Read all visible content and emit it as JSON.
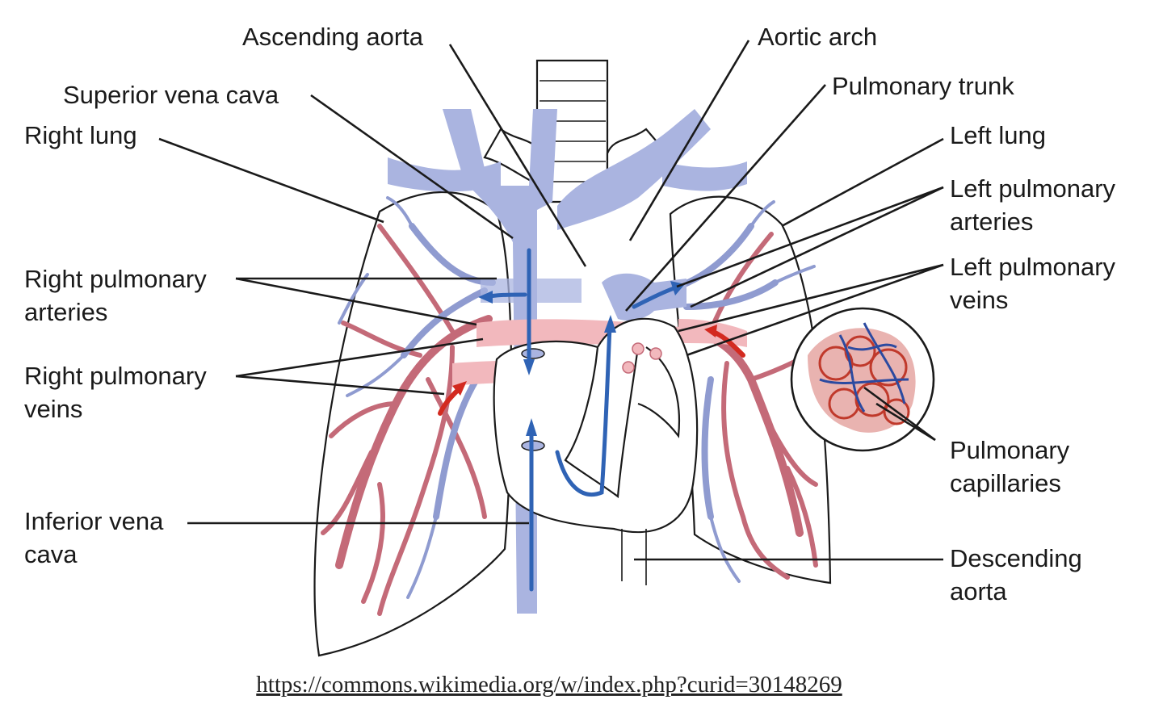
{
  "labels": {
    "ascending_aorta": "Ascending aorta",
    "aortic_arch": "Aortic arch",
    "superior_vena_cava": "Superior vena cava",
    "pulmonary_trunk": "Pulmonary trunk",
    "right_lung": "Right lung",
    "left_lung": "Left lung",
    "right_pulmonary_arteries": [
      "Right pulmonary",
      "arteries"
    ],
    "left_pulmonary_arteries": [
      "Left pulmonary",
      "arteries"
    ],
    "left_pulmonary_veins": [
      "Left pulmonary",
      "veins"
    ],
    "right_pulmonary_veins": [
      "Right pulmonary",
      "veins"
    ],
    "pulmonary_capillaries": [
      "Pulmonary",
      "capillaries"
    ],
    "inferior_vena_cava": [
      "Inferior vena",
      "cava"
    ],
    "descending_aorta": [
      "Descending",
      "aorta"
    ]
  },
  "source_link": "https://commons.wikimedia.org/w/index.php?curid=30148269",
  "colors": {
    "deoxygenated": "#aab4e0",
    "oxygenated": "#f2b8bd",
    "flow_arrow": "#2f63b5",
    "oxygen_arrow": "#d32a20"
  }
}
